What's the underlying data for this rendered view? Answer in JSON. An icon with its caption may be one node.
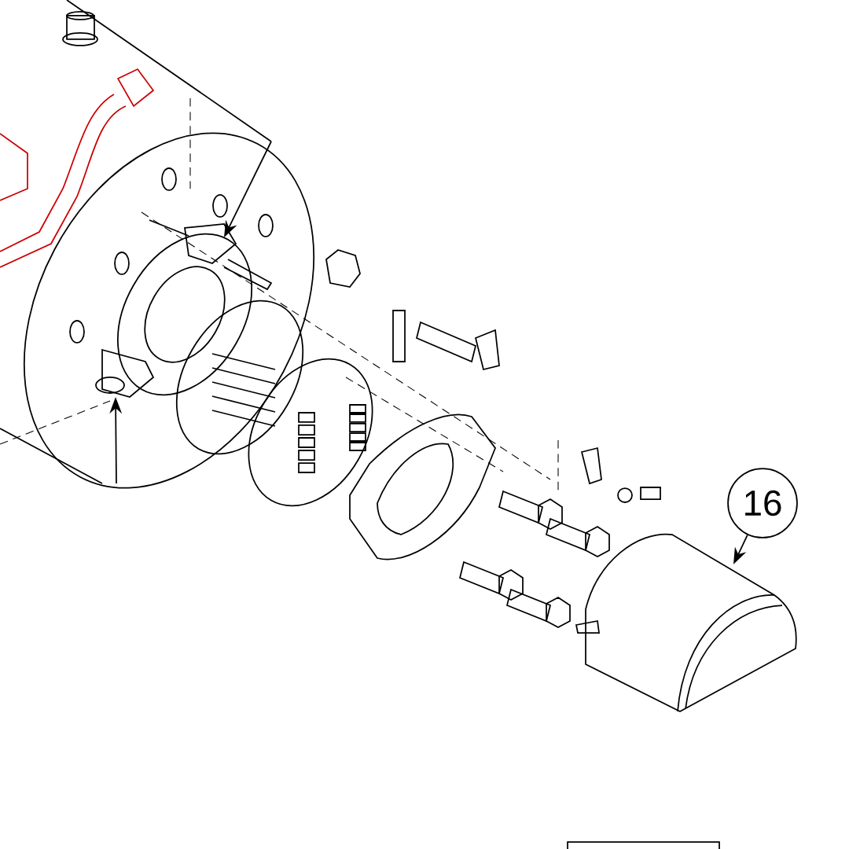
{
  "diagram": {
    "nodes": [
      {
        "text": [
          "16"
        ]
      },
      {
        "text": [],
        "shape": "picture"
      },
      {
        "text": [],
        "shape": "picture"
      },
      {
        "text": [],
        "shape": "picture"
      }
    ],
    "edges": [
      {
        "from": 0,
        "to": 1,
        "arrow": "to"
      },
      {
        "from": null,
        "to": 2,
        "arrow": "to"
      },
      {
        "from": null,
        "to": 3,
        "arrow": "to"
      }
    ]
  }
}
